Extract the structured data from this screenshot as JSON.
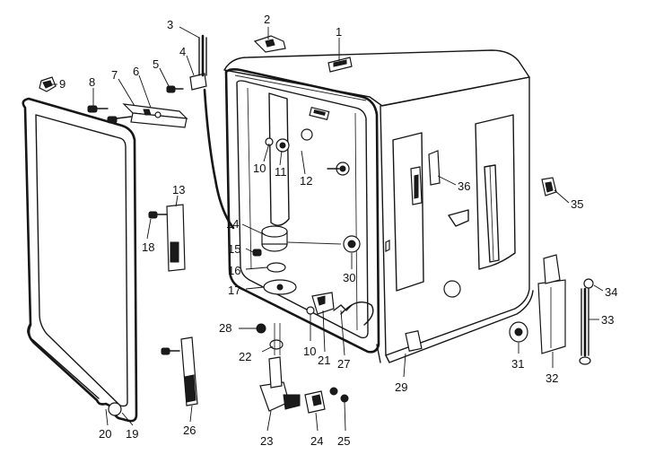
{
  "callouts": [
    {
      "id": "1",
      "label": "1"
    },
    {
      "id": "2",
      "label": "2"
    },
    {
      "id": "3",
      "label": "3"
    },
    {
      "id": "4",
      "label": "4"
    },
    {
      "id": "5",
      "label": "5"
    },
    {
      "id": "6",
      "label": "6"
    },
    {
      "id": "7",
      "label": "7"
    },
    {
      "id": "8",
      "label": "8"
    },
    {
      "id": "9",
      "label": "9"
    },
    {
      "id": "10a",
      "label": "10"
    },
    {
      "id": "11",
      "label": "11"
    },
    {
      "id": "12",
      "label": "12"
    },
    {
      "id": "13",
      "label": "13"
    },
    {
      "id": "14",
      "label": "14"
    },
    {
      "id": "15",
      "label": "15"
    },
    {
      "id": "16",
      "label": "16"
    },
    {
      "id": "17",
      "label": "17"
    },
    {
      "id": "18",
      "label": "18"
    },
    {
      "id": "19",
      "label": "19"
    },
    {
      "id": "20",
      "label": "20"
    },
    {
      "id": "21",
      "label": "21"
    },
    {
      "id": "22",
      "label": "22"
    },
    {
      "id": "23",
      "label": "23"
    },
    {
      "id": "24",
      "label": "24"
    },
    {
      "id": "25",
      "label": "25"
    },
    {
      "id": "26",
      "label": "26"
    },
    {
      "id": "27",
      "label": "27"
    },
    {
      "id": "28",
      "label": "28"
    },
    {
      "id": "29",
      "label": "29"
    },
    {
      "id": "30",
      "label": "30"
    },
    {
      "id": "31",
      "label": "31"
    },
    {
      "id": "32",
      "label": "32"
    },
    {
      "id": "33",
      "label": "33"
    },
    {
      "id": "34",
      "label": "34"
    },
    {
      "id": "35",
      "label": "35"
    },
    {
      "id": "36",
      "label": "36"
    },
    {
      "id": "10b",
      "label": "10"
    }
  ]
}
